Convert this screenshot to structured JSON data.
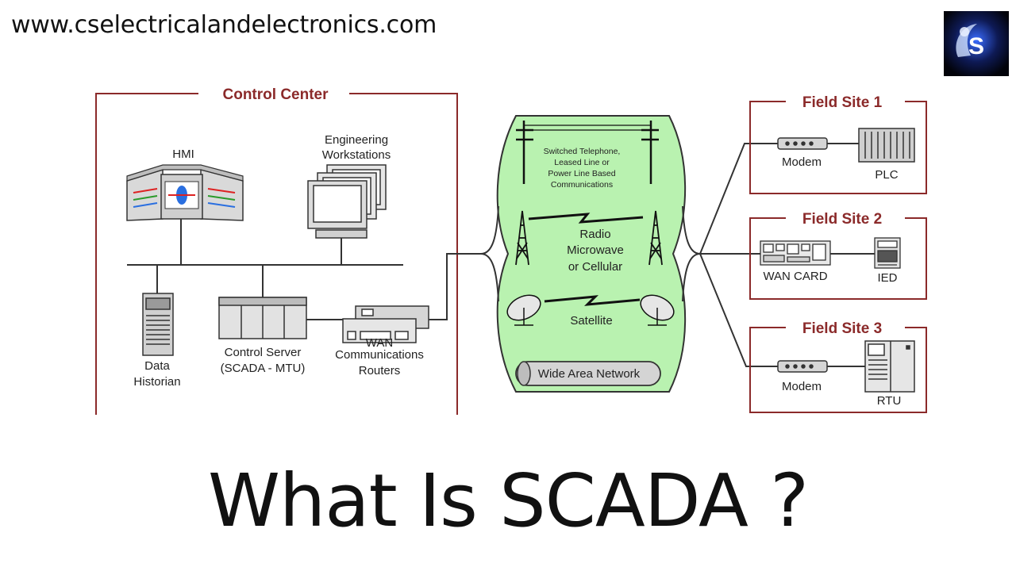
{
  "header": {
    "site_url": "www.cselectricalandelectronics.com"
  },
  "logo": {
    "letter": "S"
  },
  "diagram": {
    "control_center": {
      "title": "Control Center",
      "hmi": "HMI",
      "engineering_line1": "Engineering",
      "engineering_line2": "Workstations",
      "data_historian_line1": "Data",
      "data_historian_line2": "Historian",
      "control_server_line1": "Control Server",
      "control_server_line2": "(SCADA - MTU)",
      "wan_line0": "WAN",
      "wan_line1": "Communications",
      "wan_line2": "Routers"
    },
    "network": {
      "telephone_line1": "Switched Telephone,",
      "telephone_line2": "Leased Line or",
      "telephone_line3": "Power Line Based",
      "telephone_line4": "Communications",
      "radio_line1": "Radio",
      "radio_line2": "Microwave",
      "radio_line3": "or Cellular",
      "satellite": "Satellite",
      "wan_label": "Wide Area Network"
    },
    "field_sites": [
      {
        "title": "Field Site 1",
        "left_label": "Modem",
        "right_label": "PLC"
      },
      {
        "title": "Field Site 2",
        "left_label": "WAN CARD",
        "right_label": "IED"
      },
      {
        "title": "Field Site 3",
        "left_label": "Modem",
        "right_label": "RTU"
      }
    ]
  },
  "footer": {
    "title": "What Is SCADA ?"
  },
  "colors": {
    "frame": "#8b2a2a",
    "cloud": "#b9f2b0",
    "title_red": "#8b2a2a"
  }
}
